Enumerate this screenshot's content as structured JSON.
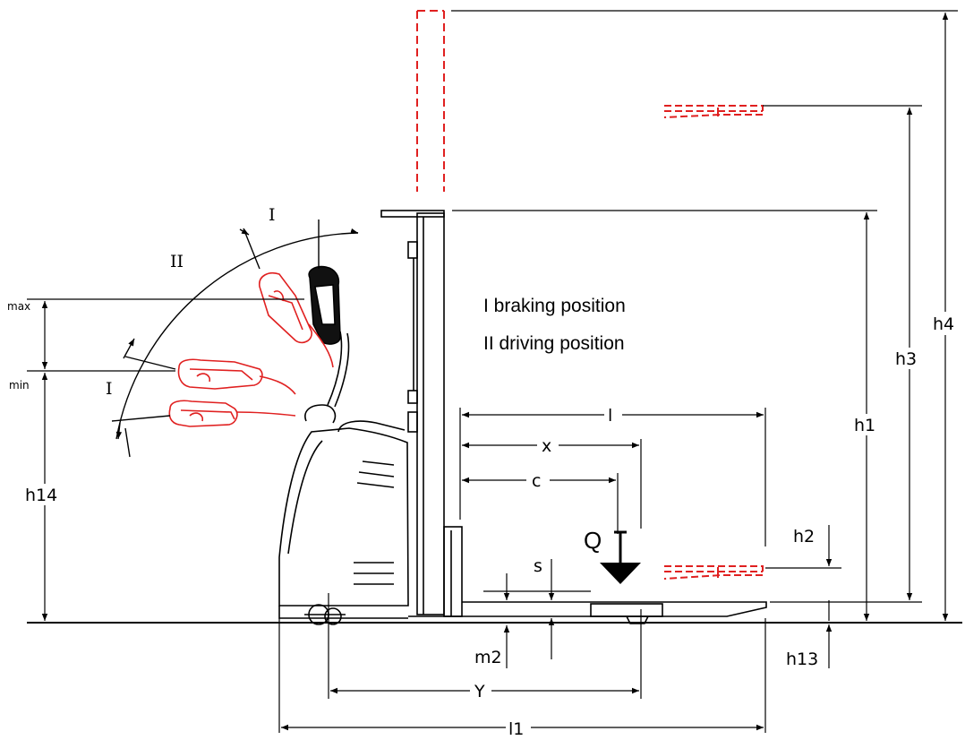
{
  "legend": {
    "braking": "I  braking position",
    "driving": "II  driving position"
  },
  "arc_labels": {
    "I_top": "I",
    "II": "II",
    "I_bottom": "I"
  },
  "tiller_height": {
    "max": "max",
    "min": "min"
  },
  "dimensions": {
    "h1": "h1",
    "h2": "h2",
    "h3": "h3",
    "h4": "h4",
    "h13": "h13",
    "h14": "h14",
    "l": "l",
    "l1": "l1",
    "x": "x",
    "c": "c",
    "Y": "Y",
    "s": "s",
    "m2": "m2"
  },
  "load": "Q",
  "colors": {
    "line": "#000000",
    "highlight": "#e02020"
  }
}
